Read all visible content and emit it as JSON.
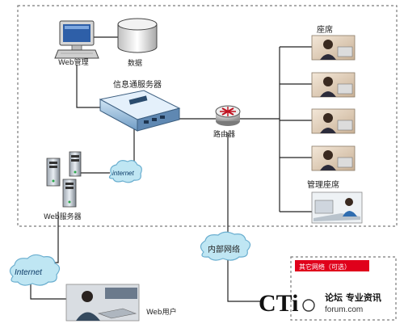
{
  "labels": {
    "web_admin": "Web管理",
    "data": "数据",
    "info_server": "信息通服务器",
    "router": "路由器",
    "seat": "座席",
    "admin_seat": "管理座席",
    "web_server": "Web服务器",
    "web_user": "Web用户",
    "internal_network": "内部网络",
    "internet_small": "internet",
    "internet_big": "Internet",
    "other_network": "其它网络（可选）"
  },
  "watermark": {
    "brand": "CTi",
    "forum": "论坛 专业资讯",
    "site": "forum.com"
  },
  "colors": {
    "cloud_fill": "#bfe6f3",
    "cloud_stroke": "#6aaecf",
    "dash": "#7a7a7a",
    "line": "#222222",
    "other_fill": "#e0001b"
  }
}
